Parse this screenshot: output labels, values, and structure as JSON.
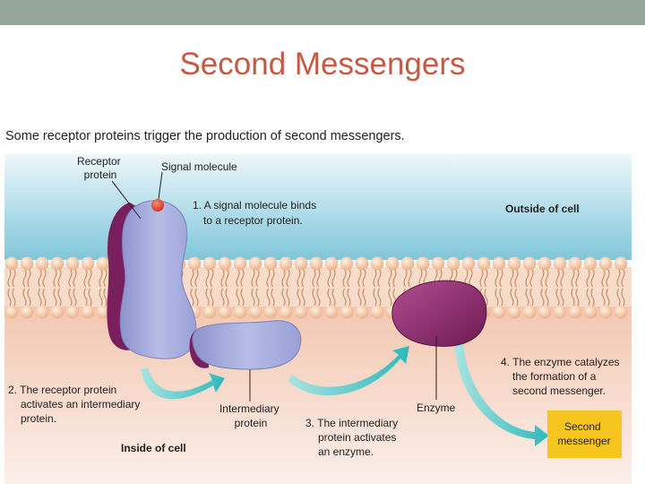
{
  "slide": {
    "title": "Second Messengers",
    "subtitle": "Some receptor proteins trigger the production of second messengers."
  },
  "diagram": {
    "labels": {
      "receptor_protein": [
        "Receptor",
        "protein"
      ],
      "signal_molecule": "Signal molecule",
      "step1": [
        "1. A signal molecule binds",
        "to a receptor protein."
      ],
      "outside_cell": "Outside of cell",
      "step2": [
        "2. The receptor protein",
        "activates an intermediary",
        "protein."
      ],
      "inside_cell": "Inside of cell",
      "intermediary_protein": [
        "Intermediary",
        "protein"
      ],
      "step3": [
        "3. The intermediary",
        "protein activates",
        "an enzyme."
      ],
      "enzyme": "Enzyme",
      "step4": [
        "4. The enzyme catalyzes",
        "the formation of a",
        "second messenger."
      ],
      "second_messenger": [
        "Second",
        "messenger"
      ]
    },
    "colors": {
      "title": "#c45a44",
      "topbar": "#94a59a",
      "receptor": "#a9b0dc",
      "receptor_dark": "#7a1f5d",
      "enzyme": "#8a2a6e",
      "membrane_head": "#f2c9a7",
      "arrow": "#6ccfd0",
      "second_messenger_box": "#f7c520"
    }
  }
}
